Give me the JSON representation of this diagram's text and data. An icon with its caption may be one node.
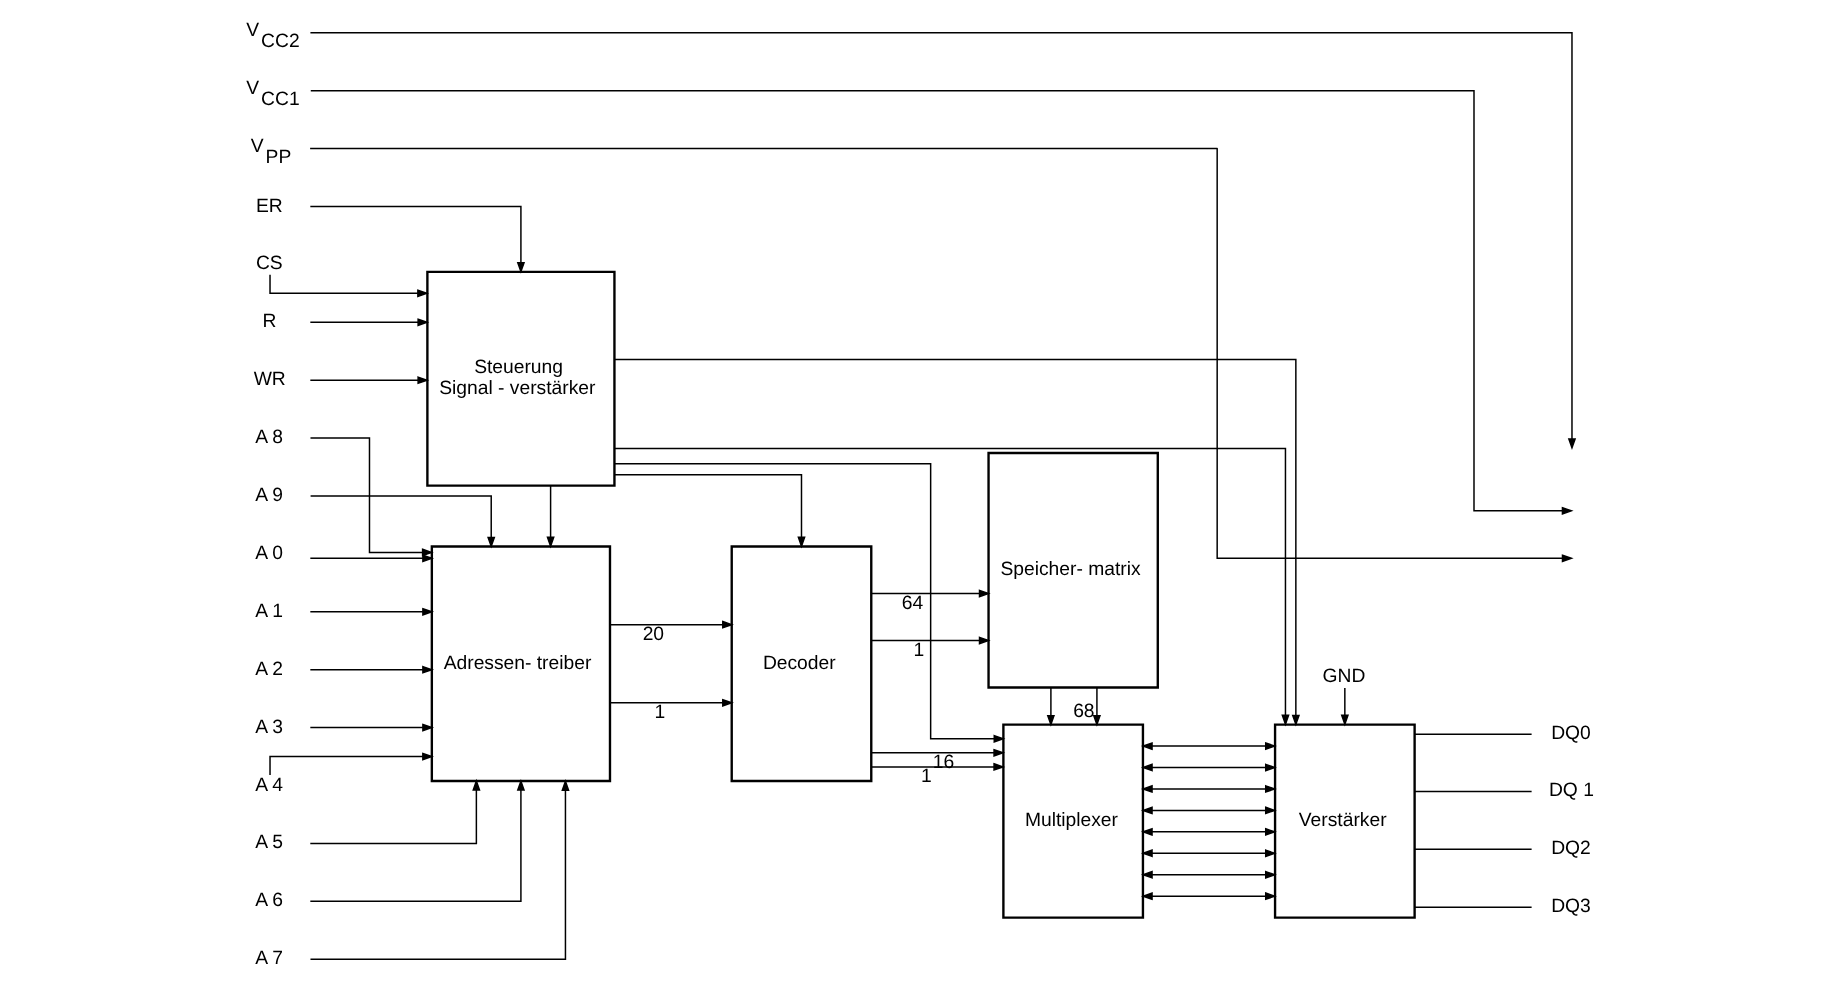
{
  "diagram": {
    "nodes": [
      {
        "text": [
          "Adressen- treiber"
        ]
      },
      {
        "text": [
          "Decoder"
        ]
      },
      {
        "text": [
          "Speicher- matrix"
        ]
      },
      {
        "text": [
          "Multiplexer"
        ]
      },
      {
        "text": [
          "Verstärker"
        ]
      },
      {
        "text": [
          "Steuerung",
          "Signal - verstärker"
        ]
      },
      {
        "text": [
          "A 0"
        ]
      },
      {
        "text": [
          "A 1"
        ]
      },
      {
        "text": [
          "A 2"
        ]
      },
      {
        "text": [
          "A 3"
        ]
      },
      {
        "text": [
          "A 4"
        ]
      },
      {
        "text": [
          "A 5"
        ]
      },
      {
        "text": [
          "A 6"
        ]
      },
      {
        "text": [
          "A 7"
        ]
      },
      {
        "text": [
          "A 8"
        ]
      },
      {
        "text": [
          "A 9"
        ]
      },
      {
        "text": [
          "R"
        ]
      },
      {
        "text": [
          "WR"
        ]
      },
      {
        "text": [
          "ER"
        ]
      },
      {
        "text": [
          "CS"
        ]
      },
      {
        "text": [
          "V$_{PP}$"
        ]
      },
      {
        "text": [
          "V$_{CC1}$"
        ]
      },
      {
        "text": [
          "V$_{CC2}$"
        ]
      },
      {
        "text": [
          "GND"
        ]
      },
      {
        "text": [
          "DQ0"
        ]
      },
      {
        "text": [
          "DQ 1"
        ]
      },
      {
        "text": [
          "DQ2"
        ]
      },
      {
        "text": [
          "DQ3"
        ]
      }
    ],
    "edges": [
      {
        "from": 6,
        "to": 0,
        "arrow": "to"
      },
      {
        "from": 7,
        "to": 0,
        "arrow": "to"
      },
      {
        "from": 8,
        "to": 0,
        "arrow": "to"
      },
      {
        "from": 9,
        "to": 0,
        "arrow": "to"
      },
      {
        "from": 10,
        "to": 0,
        "arrow": "to"
      },
      {
        "from": 11,
        "to": 0,
        "arrow": "to"
      },
      {
        "from": 12,
        "to": 0,
        "arrow": "to"
      },
      {
        "from": 13,
        "to": 0,
        "arrow": "to"
      },
      {
        "from": 14,
        "to": 0,
        "arrow": "to"
      },
      {
        "from": 15,
        "to": 0,
        "arrow": "to"
      },
      {
        "from": 16,
        "to": 5,
        "arrow": "to"
      },
      {
        "from": 17,
        "to": 5,
        "arrow": "to"
      },
      {
        "from": 18,
        "to": 5,
        "arrow": "to"
      },
      {
        "from": 19,
        "to": 5,
        "arrow": "to"
      },
      {
        "from": 0,
        "to": 1,
        "arrow": "to",
        "label": "1"
      },
      {
        "from": 0,
        "to": 1,
        "arrow": "to",
        "label": "20"
      },
      {
        "from": 1,
        "to": 2,
        "arrow": "to",
        "label": "1"
      },
      {
        "from": 1,
        "to": 2,
        "arrow": "to",
        "label": "64"
      },
      {
        "from": 2,
        "to": 3,
        "arrow": "to"
      },
      {
        "from": 2,
        "to": 3,
        "arrow": "to",
        "label": "68"
      },
      {
        "from": 1,
        "to": 3,
        "arrow": "to",
        "label": "1"
      },
      {
        "from": 1,
        "to": 3,
        "arrow": "to",
        "label": "16"
      },
      {
        "from": 5,
        "to": 0,
        "arrow": "to"
      },
      {
        "from": 5,
        "to": 1,
        "arrow": "to"
      },
      {
        "from": 5,
        "to": 3,
        "arrow": "to"
      },
      {
        "from": 5,
        "to": 4,
        "arrow": "to"
      },
      {
        "from": 5,
        "to": 4,
        "arrow": "to"
      },
      {
        "from": 3,
        "to": 4,
        "arrow": "both"
      },
      {
        "from": 3,
        "to": 4,
        "arrow": "both"
      },
      {
        "from": 3,
        "to": 4,
        "arrow": "both"
      },
      {
        "from": 3,
        "to": 4,
        "arrow": "both"
      },
      {
        "from": 3,
        "to": 4,
        "arrow": "both"
      },
      {
        "from": 3,
        "to": 4,
        "arrow": "both"
      },
      {
        "from": 3,
        "to": 4,
        "arrow": "both"
      },
      {
        "from": 3,
        "to": 4,
        "arrow": "both"
      },
      {
        "from": 23,
        "to": 4,
        "arrow": "to"
      },
      {
        "from": 4,
        "to": 24,
        "arrow": "none"
      },
      {
        "from": 4,
        "to": 25,
        "arrow": "none"
      },
      {
        "from": 4,
        "to": 26,
        "arrow": "none"
      },
      {
        "from": 4,
        "to": 27,
        "arrow": "none"
      },
      {
        "from": 20,
        "to": null,
        "arrow": "to"
      },
      {
        "from": 21,
        "to": null,
        "arrow": "to"
      },
      {
        "from": 22,
        "to": null,
        "arrow": "to"
      }
    ]
  }
}
